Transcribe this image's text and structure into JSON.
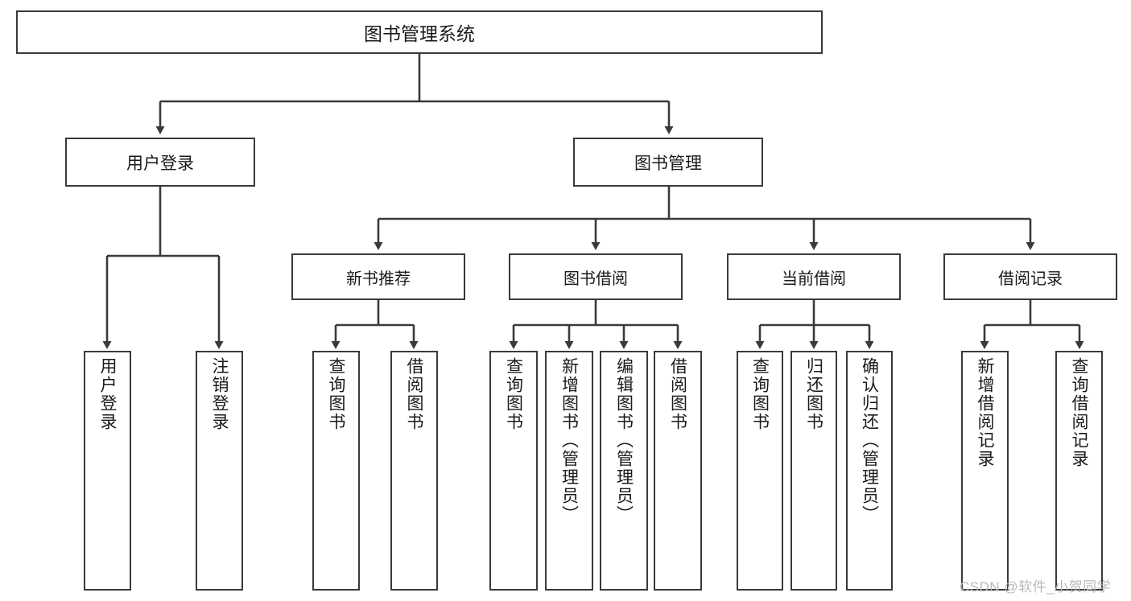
{
  "diagram": {
    "type": "hierarchy-tree",
    "title": "图书管理系统",
    "watermark": "CSDN @软件_小贺同学",
    "colors": {
      "box_border": "#3a3a3a",
      "box_fill": "#ffffff",
      "connector": "#3a3a3a",
      "text": "#1a1a1a",
      "watermark": "#b9b9b9"
    },
    "nodes": {
      "root": {
        "label": "图书管理系统"
      },
      "level1": [
        {
          "label": "用户登录"
        },
        {
          "label": "图书管理"
        }
      ],
      "user_children": [
        {
          "label": "用户登录"
        },
        {
          "label": "注销登录"
        }
      ],
      "level2": [
        {
          "label": "新书推荐"
        },
        {
          "label": "图书借阅"
        },
        {
          "label": "当前借阅"
        },
        {
          "label": "借阅记录"
        }
      ],
      "new_book_children": [
        {
          "label": "查询图书"
        },
        {
          "label": "借阅图书"
        }
      ],
      "borrow_children": [
        {
          "label": "查询图书"
        },
        {
          "label": "新增图书（管理员）"
        },
        {
          "label": "编辑图书（管理员）"
        },
        {
          "label": "借阅图书"
        }
      ],
      "current_children": [
        {
          "label": "查询图书"
        },
        {
          "label": "归还图书"
        },
        {
          "label": "确认归还（管理员）"
        }
      ],
      "record_children": [
        {
          "label": "新增借阅记录"
        },
        {
          "label": "查询借阅记录"
        }
      ]
    }
  }
}
